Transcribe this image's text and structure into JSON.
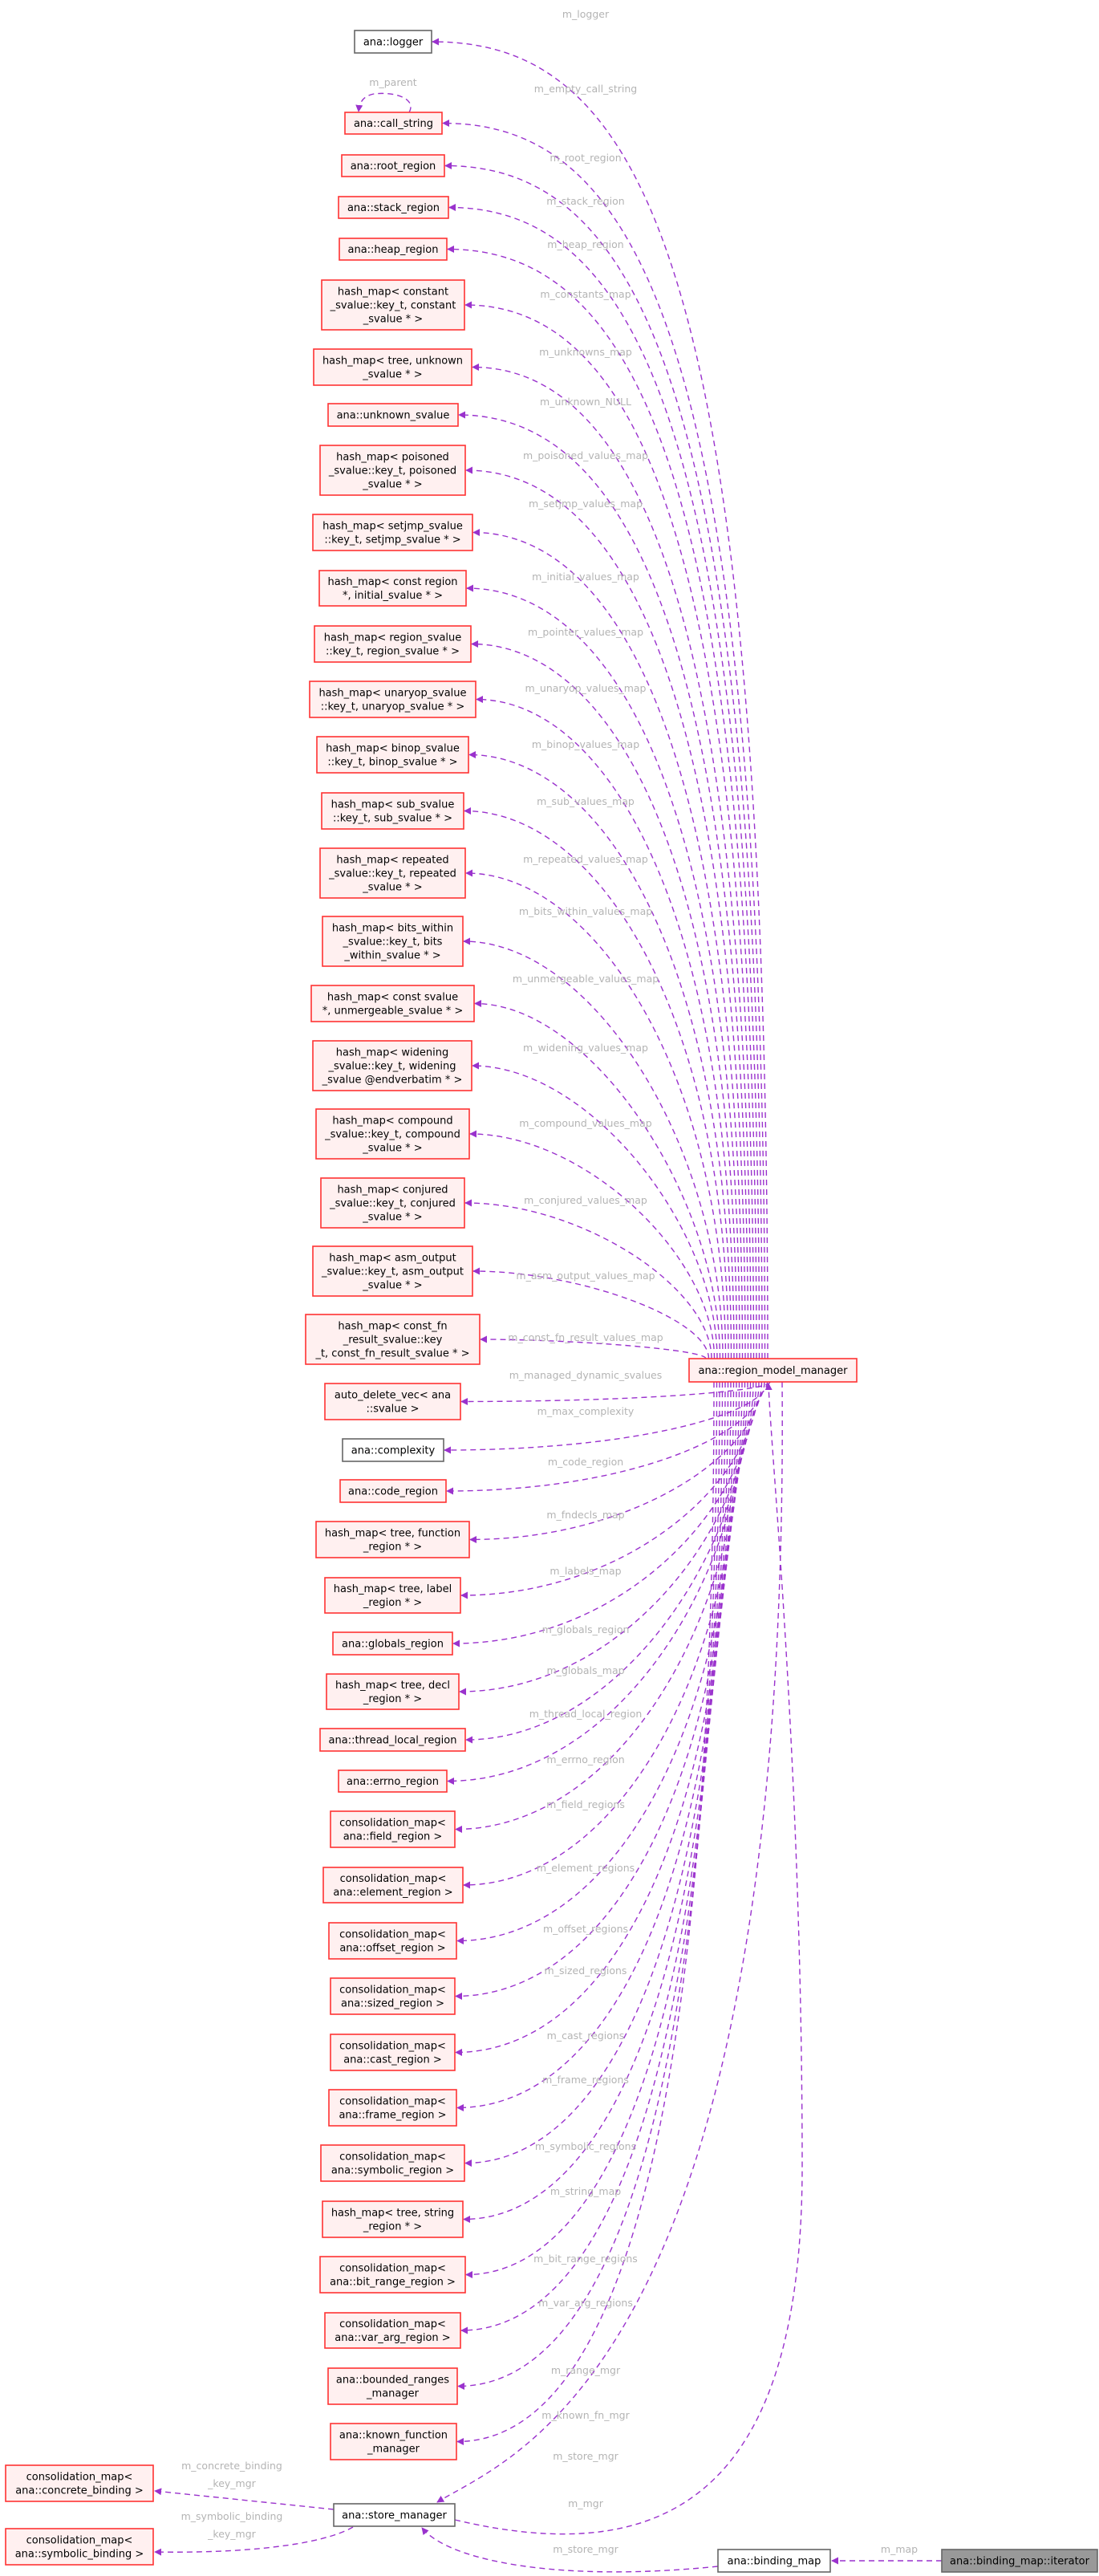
{
  "colors": {
    "edge": "#9a32cd",
    "red_border": "#ff3333",
    "red_fill": "#fff0f0",
    "gray_border": "#666666",
    "gray_fill": "#ffffff",
    "dark_fill": "#999999",
    "label": "#b4b4b4"
  },
  "nodes": [
    {
      "lines": [
        "ana::logger"
      ],
      "style": "gray"
    },
    {
      "lines": [
        "ana::call_string"
      ],
      "style": "red"
    },
    {
      "lines": [
        "ana::root_region"
      ],
      "style": "red"
    },
    {
      "lines": [
        "ana::stack_region"
      ],
      "style": "red"
    },
    {
      "lines": [
        "ana::heap_region"
      ],
      "style": "red"
    },
    {
      "lines": [
        "hash_map< constant",
        "_svalue::key_t, constant",
        "_svalue * >"
      ],
      "style": "red"
    },
    {
      "lines": [
        "hash_map< tree, unknown",
        "_svalue * >"
      ],
      "style": "red"
    },
    {
      "lines": [
        "ana::unknown_svalue"
      ],
      "style": "red"
    },
    {
      "lines": [
        "hash_map< poisoned",
        "_svalue::key_t, poisoned",
        "_svalue * >"
      ],
      "style": "red"
    },
    {
      "lines": [
        "hash_map< setjmp_svalue",
        "::key_t, setjmp_svalue * >"
      ],
      "style": "red"
    },
    {
      "lines": [
        "hash_map< const region",
        "*, initial_svalue * >"
      ],
      "style": "red"
    },
    {
      "lines": [
        "hash_map< region_svalue",
        "::key_t, region_svalue * >"
      ],
      "style": "red"
    },
    {
      "lines": [
        "hash_map< unaryop_svalue",
        "::key_t, unaryop_svalue * >"
      ],
      "style": "red"
    },
    {
      "lines": [
        "hash_map< binop_svalue",
        "::key_t, binop_svalue * >"
      ],
      "style": "red"
    },
    {
      "lines": [
        "hash_map< sub_svalue",
        "::key_t, sub_svalue * >"
      ],
      "style": "red"
    },
    {
      "lines": [
        "hash_map< repeated",
        "_svalue::key_t, repeated",
        "_svalue * >"
      ],
      "style": "red"
    },
    {
      "lines": [
        "hash_map< bits_within",
        "_svalue::key_t, bits",
        "_within_svalue * >"
      ],
      "style": "red"
    },
    {
      "lines": [
        "hash_map< const svalue",
        "*, unmergeable_svalue * >"
      ],
      "style": "red"
    },
    {
      "lines": [
        "hash_map< widening",
        "_svalue::key_t, widening",
        "_svalue @endverbatim * >"
      ],
      "style": "red"
    },
    {
      "lines": [
        "hash_map< compound",
        "_svalue::key_t, compound",
        "_svalue * >"
      ],
      "style": "red"
    },
    {
      "lines": [
        "hash_map< conjured",
        "_svalue::key_t, conjured",
        "_svalue * >"
      ],
      "style": "red"
    },
    {
      "lines": [
        "hash_map< asm_output",
        "_svalue::key_t, asm_output",
        "_svalue * >"
      ],
      "style": "red"
    },
    {
      "lines": [
        "hash_map< const_fn",
        "_result_svalue::key",
        "_t, const_fn_result_svalue * >"
      ],
      "style": "red"
    },
    {
      "lines": [
        "auto_delete_vec< ana",
        "::svalue >"
      ],
      "style": "red"
    },
    {
      "lines": [
        "ana::complexity"
      ],
      "style": "gray"
    },
    {
      "lines": [
        "ana::code_region"
      ],
      "style": "red"
    },
    {
      "lines": [
        "hash_map< tree, function",
        "_region * >"
      ],
      "style": "red"
    },
    {
      "lines": [
        "hash_map< tree, label",
        "_region * >"
      ],
      "style": "red"
    },
    {
      "lines": [
        "ana::globals_region"
      ],
      "style": "red"
    },
    {
      "lines": [
        "hash_map< tree, decl",
        "_region * >"
      ],
      "style": "red"
    },
    {
      "lines": [
        "ana::thread_local_region"
      ],
      "style": "red"
    },
    {
      "lines": [
        "ana::errno_region"
      ],
      "style": "red"
    },
    {
      "lines": [
        "consolidation_map<",
        "ana::field_region >"
      ],
      "style": "red"
    },
    {
      "lines": [
        "consolidation_map<",
        "ana::element_region >"
      ],
      "style": "red"
    },
    {
      "lines": [
        "consolidation_map<",
        "ana::offset_region >"
      ],
      "style": "red"
    },
    {
      "lines": [
        "consolidation_map<",
        "ana::sized_region >"
      ],
      "style": "red"
    },
    {
      "lines": [
        "consolidation_map<",
        "ana::cast_region >"
      ],
      "style": "red"
    },
    {
      "lines": [
        "consolidation_map<",
        "ana::frame_region >"
      ],
      "style": "red"
    },
    {
      "lines": [
        "consolidation_map<",
        "ana::symbolic_region >"
      ],
      "style": "red"
    },
    {
      "lines": [
        "hash_map< tree, string",
        "_region * >"
      ],
      "style": "red"
    },
    {
      "lines": [
        "consolidation_map<",
        "ana::bit_range_region >"
      ],
      "style": "red"
    },
    {
      "lines": [
        "consolidation_map<",
        "ana::var_arg_region >"
      ],
      "style": "red"
    },
    {
      "lines": [
        "ana::bounded_ranges",
        "_manager"
      ],
      "style": "red"
    },
    {
      "lines": [
        "ana::known_function",
        "_manager"
      ],
      "style": "red"
    },
    {
      "lines": [
        "ana::region_model_manager"
      ],
      "style": "red"
    },
    {
      "lines": [
        "ana::store_manager"
      ],
      "style": "gray"
    },
    {
      "lines": [
        "consolidation_map<",
        "ana::concrete_binding >"
      ],
      "style": "red"
    },
    {
      "lines": [
        "consolidation_map<",
        "ana::symbolic_binding >"
      ],
      "style": "red"
    },
    {
      "lines": [
        "ana::binding_map"
      ],
      "style": "gray"
    },
    {
      "lines": [
        "ana::binding_map::iterator"
      ],
      "style": "dark"
    }
  ],
  "edges": [
    {
      "from": 44,
      "to": 0,
      "label": [
        "m_logger"
      ]
    },
    {
      "from": 44,
      "to": 1,
      "label": [
        "m_empty_call_string"
      ]
    },
    {
      "from": 44,
      "to": 2,
      "label": [
        "m_root_region"
      ]
    },
    {
      "from": 44,
      "to": 3,
      "label": [
        "m_stack_region"
      ]
    },
    {
      "from": 44,
      "to": 4,
      "label": [
        "m_heap_region"
      ]
    },
    {
      "from": 44,
      "to": 5,
      "label": [
        "m_constants_map"
      ]
    },
    {
      "from": 44,
      "to": 6,
      "label": [
        "m_unknowns_map"
      ]
    },
    {
      "from": 44,
      "to": 7,
      "label": [
        "m_unknown_NULL"
      ]
    },
    {
      "from": 44,
      "to": 8,
      "label": [
        "m_poisoned_values_map"
      ]
    },
    {
      "from": 44,
      "to": 9,
      "label": [
        "m_setjmp_values_map"
      ]
    },
    {
      "from": 44,
      "to": 10,
      "label": [
        "m_initial_values_map"
      ]
    },
    {
      "from": 44,
      "to": 11,
      "label": [
        "m_pointer_values_map"
      ]
    },
    {
      "from": 44,
      "to": 12,
      "label": [
        "m_unaryop_values_map"
      ]
    },
    {
      "from": 44,
      "to": 13,
      "label": [
        "m_binop_values_map"
      ]
    },
    {
      "from": 44,
      "to": 14,
      "label": [
        "m_sub_values_map"
      ]
    },
    {
      "from": 44,
      "to": 15,
      "label": [
        "m_repeated_values_map"
      ]
    },
    {
      "from": 44,
      "to": 16,
      "label": [
        "m_bits_within_values_map"
      ]
    },
    {
      "from": 44,
      "to": 17,
      "label": [
        "m_unmergeable_values_map"
      ]
    },
    {
      "from": 44,
      "to": 18,
      "label": [
        "m_widening_values_map"
      ]
    },
    {
      "from": 44,
      "to": 19,
      "label": [
        "m_compound_values_map"
      ]
    },
    {
      "from": 44,
      "to": 20,
      "label": [
        "m_conjured_values_map"
      ]
    },
    {
      "from": 44,
      "to": 21,
      "label": [
        "m_asm_output_values_map"
      ]
    },
    {
      "from": 44,
      "to": 22,
      "label": [
        "m_const_fn_result_values_map"
      ]
    },
    {
      "from": 44,
      "to": 23,
      "label": [
        "m_managed_dynamic_svalues"
      ]
    },
    {
      "from": 44,
      "to": 24,
      "label": [
        "m_max_complexity"
      ]
    },
    {
      "from": 44,
      "to": 25,
      "label": [
        "m_code_region"
      ]
    },
    {
      "from": 44,
      "to": 26,
      "label": [
        "m_fndecls_map"
      ]
    },
    {
      "from": 44,
      "to": 27,
      "label": [
        "m_labels_map"
      ]
    },
    {
      "from": 44,
      "to": 28,
      "label": [
        "m_globals_region"
      ]
    },
    {
      "from": 44,
      "to": 29,
      "label": [
        "m_globals_map"
      ]
    },
    {
      "from": 44,
      "to": 30,
      "label": [
        "m_thread_local_region"
      ]
    },
    {
      "from": 44,
      "to": 31,
      "label": [
        "m_errno_region"
      ]
    },
    {
      "from": 44,
      "to": 32,
      "label": [
        "m_field_regions"
      ]
    },
    {
      "from": 44,
      "to": 33,
      "label": [
        "m_element_regions"
      ]
    },
    {
      "from": 44,
      "to": 34,
      "label": [
        "m_offset_regions"
      ]
    },
    {
      "from": 44,
      "to": 35,
      "label": [
        "m_sized_regions"
      ]
    },
    {
      "from": 44,
      "to": 36,
      "label": [
        "m_cast_regions"
      ]
    },
    {
      "from": 44,
      "to": 37,
      "label": [
        "m_frame_regions"
      ]
    },
    {
      "from": 44,
      "to": 38,
      "label": [
        "m_symbolic_regions"
      ]
    },
    {
      "from": 44,
      "to": 39,
      "label": [
        "m_string_map"
      ]
    },
    {
      "from": 44,
      "to": 40,
      "label": [
        "m_bit_range_regions"
      ]
    },
    {
      "from": 44,
      "to": 41,
      "label": [
        "m_var_arg_regions"
      ]
    },
    {
      "from": 44,
      "to": 42,
      "label": [
        "m_range_mgr"
      ]
    },
    {
      "from": 44,
      "to": 43,
      "label": [
        "m_known_fn_mgr"
      ]
    },
    {
      "from": 44,
      "to": 45,
      "label": [
        "m_store_mgr"
      ]
    },
    {
      "from": 45,
      "to": 44,
      "label": [
        "m_mgr"
      ]
    },
    {
      "from": 48,
      "to": 45,
      "label": [
        "m_store_mgr"
      ]
    },
    {
      "from": 45,
      "to": 46,
      "label": [
        "m_concrete_binding",
        "_key_mgr"
      ]
    },
    {
      "from": 45,
      "to": 47,
      "label": [
        "m_symbolic_binding",
        "_key_mgr"
      ]
    },
    {
      "from": 49,
      "to": 48,
      "label": [
        "m_map"
      ]
    },
    {
      "from": 1,
      "to": 1,
      "label": [
        "m_parent"
      ]
    }
  ]
}
